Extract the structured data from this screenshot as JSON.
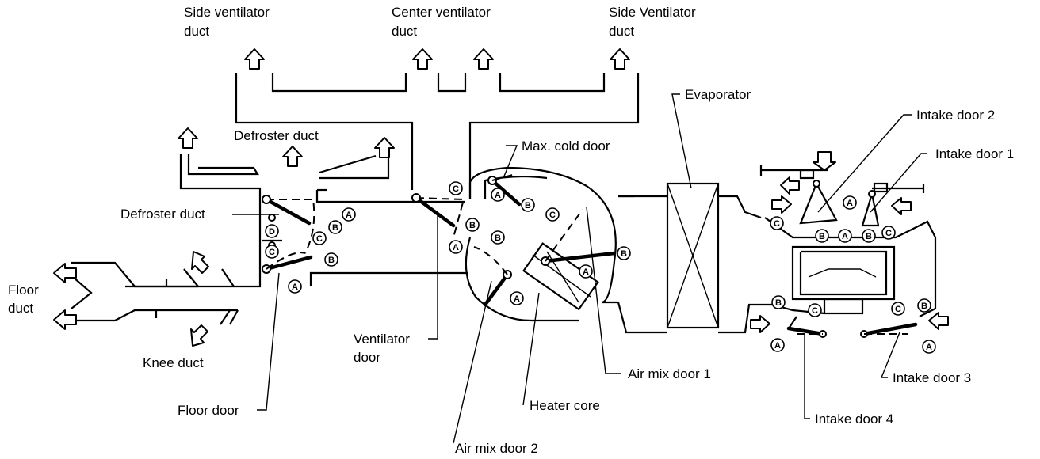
{
  "labels": {
    "side_vent_left": [
      "Side ventilator",
      "duct"
    ],
    "center_vent": [
      "Center ventilator",
      "duct"
    ],
    "side_vent_right": [
      "Side Ventilator",
      "duct"
    ],
    "defroster_top": "Defroster duct",
    "defroster_side": "Defroster duct",
    "floor_duct": [
      "Floor",
      "duct"
    ],
    "knee_duct": "Knee duct",
    "floor_door": "Floor door",
    "ventilator_door": [
      "Ventilator",
      "door"
    ],
    "max_cold_door": "Max. cold door",
    "air_mix_door_1": "Air mix door 1",
    "air_mix_door_2": "Air mix door 2",
    "heater_core": "Heater core",
    "evaporator": "Evaporator",
    "intake_door_1": "Intake door 1",
    "intake_door_2": "Intake door 2",
    "intake_door_3": "Intake door 3",
    "intake_door_4": "Intake door 4"
  },
  "position_markers": {
    "a": "A",
    "b": "B",
    "c": "C",
    "d": "D"
  }
}
